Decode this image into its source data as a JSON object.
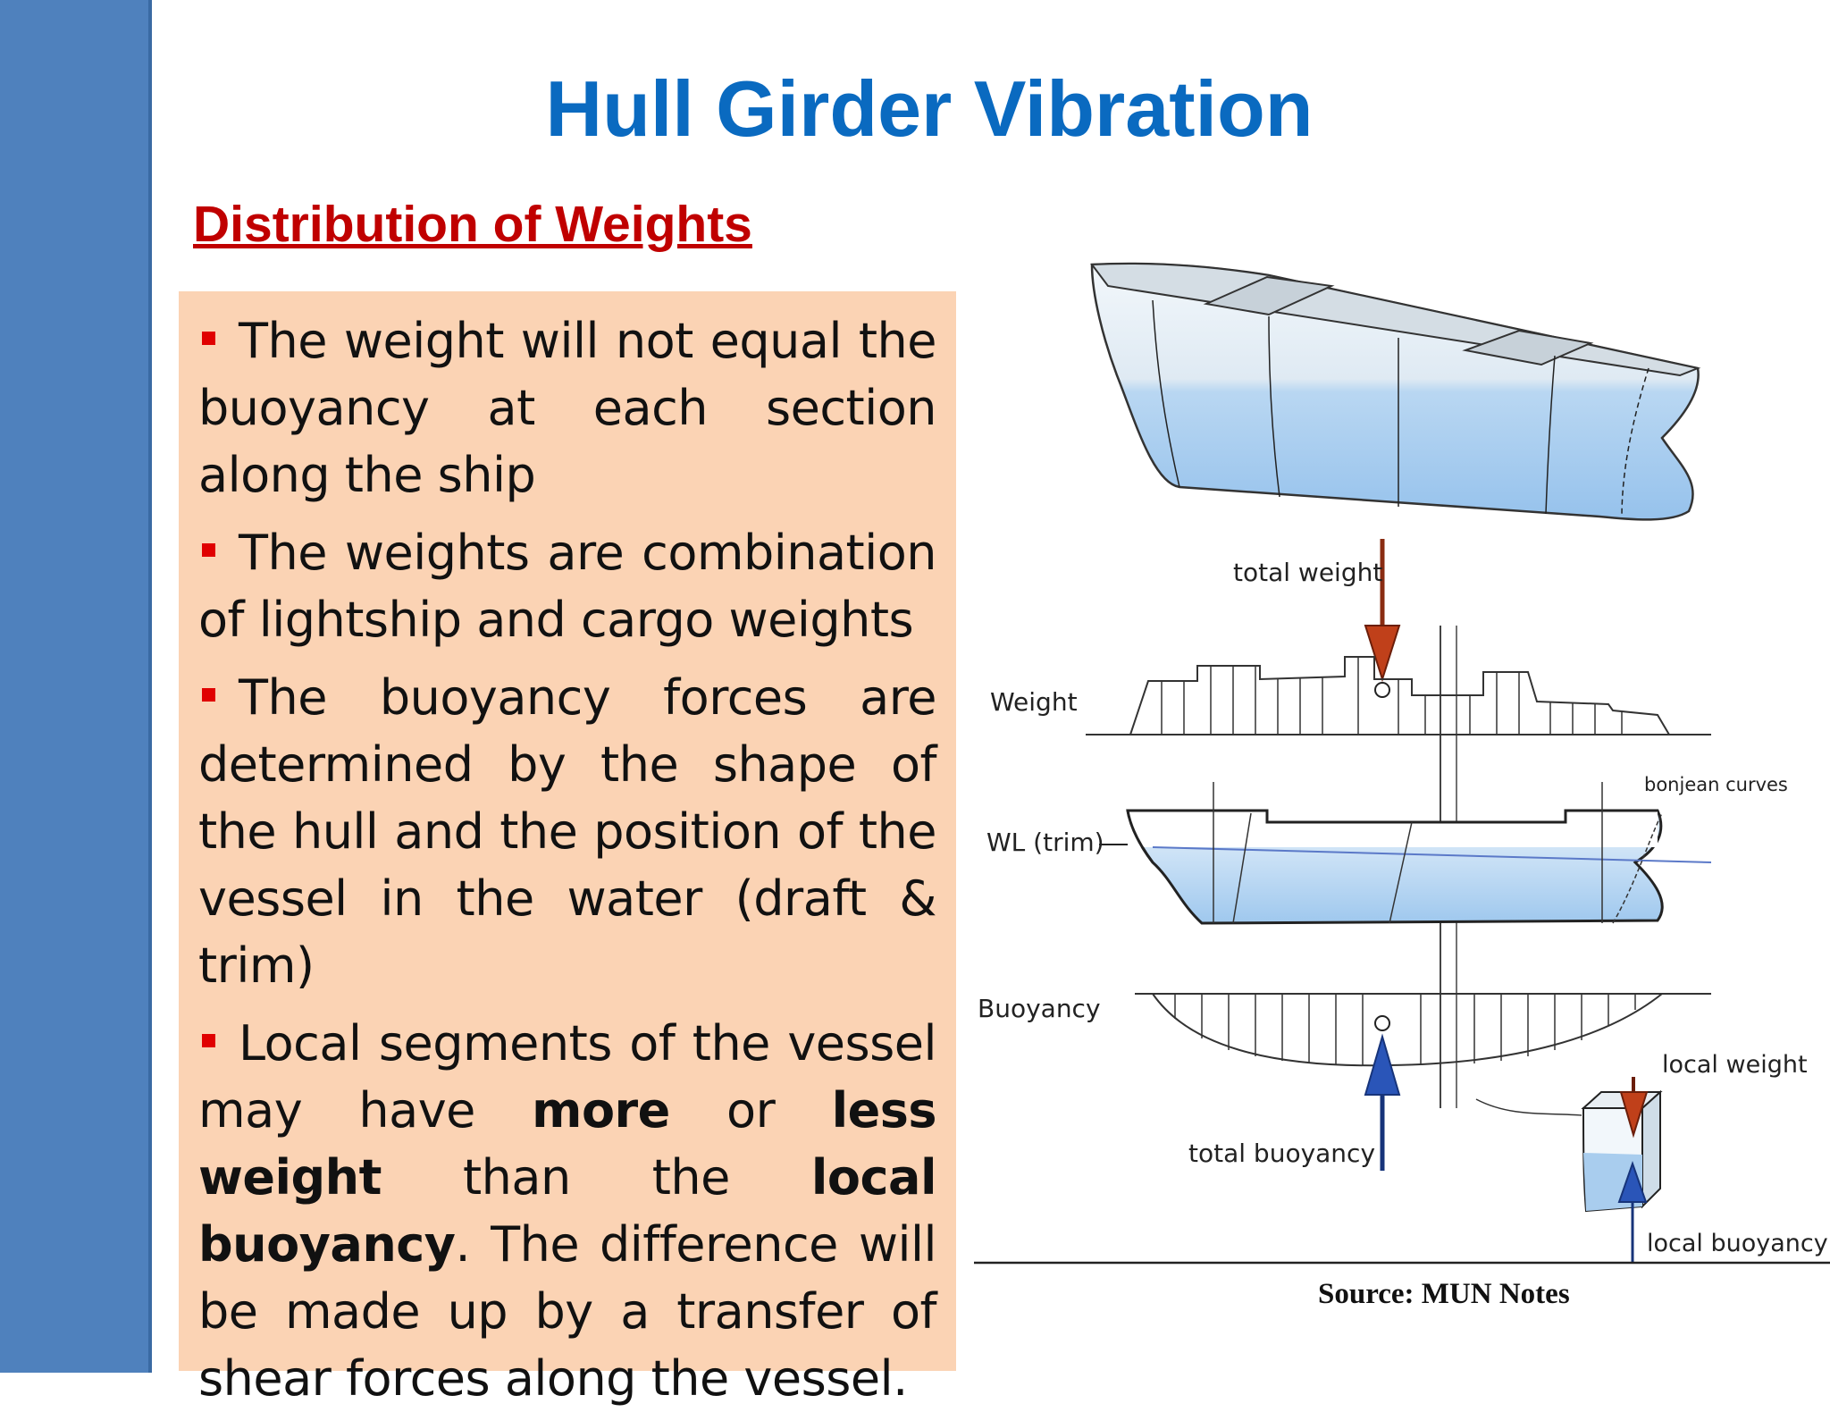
{
  "slide": {
    "title": "Hull Girder Vibration",
    "subtitle": "Distribution of Weights",
    "bullets": [
      {
        "parts": [
          {
            "text": "The weight will not equal the buoyancy at each section along the ship",
            "bold": false
          }
        ]
      },
      {
        "parts": [
          {
            "text": "The weights are combination of lightship and cargo weights",
            "bold": false
          }
        ]
      },
      {
        "parts": [
          {
            "text": "The buoyancy forces are determined by the shape of the hull and the position of the vessel in the water (draft & trim)",
            "bold": false
          }
        ]
      },
      {
        "parts": [
          {
            "text": "Local segments of the vessel may have ",
            "bold": false
          },
          {
            "text": "more",
            "bold": true
          },
          {
            "text": " or ",
            "bold": false
          },
          {
            "text": "less weight",
            "bold": true
          },
          {
            "text": " than the ",
            "bold": false
          },
          {
            "text": "local buoyancy",
            "bold": true
          },
          {
            "text": ". The difference will be made up by a transfer of shear forces along the vessel.",
            "bold": false
          }
        ]
      }
    ],
    "source": "Source: MUN Notes"
  },
  "diagram": {
    "labels": {
      "total_weight": "total weight",
      "weight": "Weight",
      "bonjean_curves": "bonjean curves",
      "wl_trim": "WL (trim)",
      "buoyancy": "Buoyancy",
      "local_weight": "local weight",
      "total_buoyancy": "total buoyancy",
      "local_buoyancy": "local buoyancy"
    }
  },
  "colors": {
    "sidebar": "#4f81bd",
    "title": "#0a6ac0",
    "subtitle": "#c00000",
    "textbox": "#fbd3b4",
    "bullet_marker": "#e00000",
    "weight_arrow": "#c0401a",
    "buoyancy_arrow": "#2a55b8",
    "water": "#a9cdee"
  }
}
